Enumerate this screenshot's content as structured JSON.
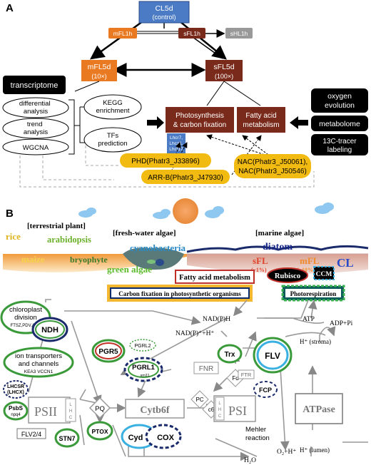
{
  "panelA": {
    "label": "A",
    "cl5d": "CL5d",
    "cl5d_sub": "(control)",
    "mfl1h": "mFL1h",
    "sfl1h": "sFL1h",
    "shl1h": "sHL1h",
    "mfl5d": "mFL5d",
    "mfl5d_sub": "(10×)",
    "sfl5d": "sFL5d",
    "sfl5d_sub": "(100×)",
    "transcriptome": "transcriptome",
    "analyses": [
      "differential analysis",
      "trend analysis",
      "WGCNA"
    ],
    "kegg": "KEGG enrichment",
    "tfs": "TFs prediction",
    "photo_box": [
      "Photosynthesis",
      "& carbon fixation"
    ],
    "fatty_box": [
      "Fatty acid",
      "metabolism"
    ],
    "lhcf": [
      "Lhcr7,",
      "Lhcz1,",
      "Lhcf17"
    ],
    "oxygen": [
      "oxygen",
      "evolution"
    ],
    "metabolome": "metabolome",
    "tracer": [
      "13C-tracer",
      "labeling"
    ],
    "phd": "PHD(Phatr3_J33896)",
    "arrb": "ARR-B(Phatr3_J47930)",
    "nac": [
      "NAC(Phatr3_J50061),",
      "NAC(Phatr3_J50546)"
    ]
  },
  "panelB": {
    "label": "B",
    "terrestrial": "[terrestrial plant]",
    "freshwater": "[fresh-water algae]",
    "marine": "[marine algae]",
    "rice": "rice",
    "arabidopsis": "arabidopsis",
    "maize": "maize",
    "bryophyte": "bryophyte",
    "cyanobacteria": "cyanobacteria",
    "green_algae": "green algae",
    "diatom": "diatom",
    "sfl": "sFL",
    "sfl_pct": "(~1%)",
    "mfl": "mFL",
    "mfl_pct": "(~10%)",
    "cl": "CL",
    "fatty_acid": "Fatty acid metabolism",
    "rubisco": "Rubisco",
    "ccm": "CCM",
    "carbon_fixation": "Carbon fixation in photosynthetic organisms",
    "photorespiration": "Photorespiration",
    "chloroplast": [
      "chloroplast",
      "division"
    ],
    "chloroplast_genes": "FTSZ,PDV,ARC",
    "ndh": "NDH",
    "ion": [
      "ion transporters",
      "and channels"
    ],
    "ion_genes": "KEA3 VCCN1",
    "lhcsr": [
      "LHCSR",
      "(LHCX)"
    ],
    "psbs": "PsbS",
    "npq4": "npq4",
    "psii": "PSII",
    "lhc": [
      "L",
      "H",
      "C"
    ],
    "flv24": "FLV2/4",
    "stn7": "STN7",
    "pq": "PQ",
    "ptox": "PTOX",
    "pgr5": "PGR5",
    "pgrl2": "PGRL2",
    "pgrl1": "PGRL1",
    "sm11": "sm11",
    "cytb6f": "Cytb6f",
    "pc": "PC",
    "c6": "c6",
    "cyd": "Cyd",
    "cox": "COX",
    "psi": "PSI",
    "fd": "Fd",
    "fnr": "FNR",
    "ftr": "FTR",
    "trx": "Trx",
    "fcp": "FCP",
    "flv": "FLV",
    "nadph": "NAD(P)H",
    "nadp": "NAD(P)⁺+H⁺",
    "atp": "ATP",
    "adp": "ADP+Pi",
    "h_stroma": "H⁺ (stroma)",
    "atpase": "ATPase",
    "h_lumen": "H⁺ (lumen)",
    "mehler": [
      "Mehler",
      "reaction"
    ],
    "o2": "O₂+H⁺",
    "h2o": "H₂O"
  }
}
